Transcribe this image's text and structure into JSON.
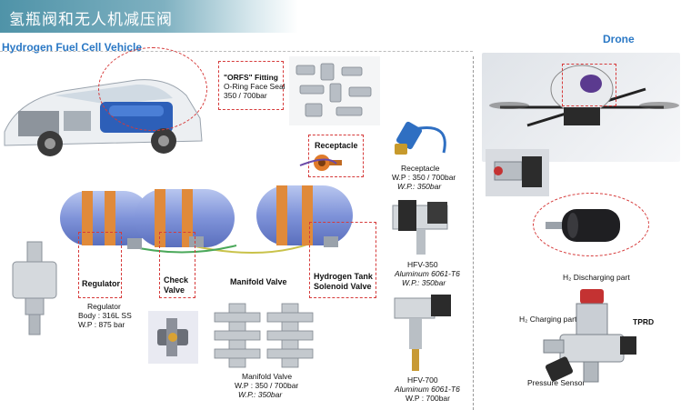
{
  "header": {
    "title": "氢瓶阀和无人机减压阀"
  },
  "sections": {
    "vehicle": "Hydrogen Fuel Cell Vehicle",
    "drone": "Drone"
  },
  "fitting": {
    "title": "\"ORFS\" Fitting",
    "line2": "O-Ring Face Seal",
    "line3": "350 / 700bar"
  },
  "receptacle": {
    "box_label": "Receptacle",
    "name": "Receptacle",
    "spec1": "W.P : 350 / 700bar",
    "spec2": "W.P.: 350bar"
  },
  "tank_labels": {
    "regulator": "Regulator",
    "check_valve": "Check Valve",
    "manifold": "Manifold Valve",
    "solenoid": "Hydrogen Tank Solenoid Valve"
  },
  "regulator": {
    "name": "Regulator",
    "spec1": "Body : 316L SS",
    "spec2": "W.P : 875 bar"
  },
  "manifold": {
    "name": "Manifold Valve",
    "spec1": "W.P : 350 / 700bar",
    "spec2": "W.P.: 350bar"
  },
  "hfv350": {
    "name": "HFV-350",
    "spec1": "Aluminum 6061-T6",
    "spec2": "W.P.: 350bar"
  },
  "hfv700": {
    "name": "HFV-700",
    "spec1": "Aluminum 6061-T6",
    "spec2": "W.P : 700bar"
  },
  "drone_parts": {
    "discharging": "H₂ Discharging part",
    "charging": "H₂ Charging part",
    "tprd": "TPRD",
    "sensor": "Pressure Sensor"
  }
}
